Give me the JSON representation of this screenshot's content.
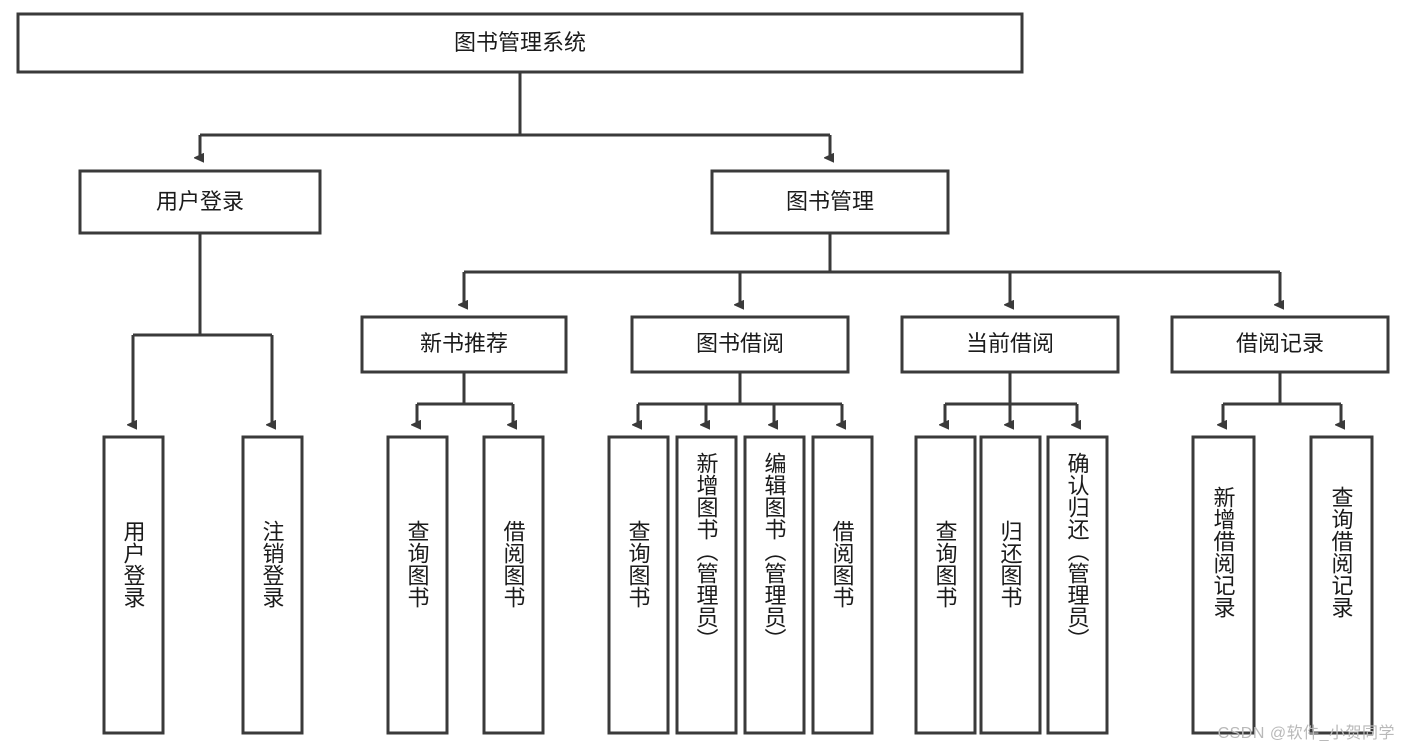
{
  "diagram": {
    "title": "图书管理系统",
    "type": "hierarchy-tree",
    "root": {
      "id": "root",
      "label": "图书管理系统"
    },
    "level1": [
      {
        "id": "login",
        "label": "用户登录"
      },
      {
        "id": "bookmgmt",
        "label": "图书管理"
      }
    ],
    "level2": [
      {
        "id": "newbook",
        "label": "新书推荐",
        "parent": "bookmgmt"
      },
      {
        "id": "borrow",
        "label": "图书借阅",
        "parent": "bookmgmt"
      },
      {
        "id": "current",
        "label": "当前借阅",
        "parent": "bookmgmt"
      },
      {
        "id": "record",
        "label": "借阅记录",
        "parent": "bookmgmt"
      }
    ],
    "leaves": [
      {
        "id": "leaf-login-1",
        "label": "用户登录",
        "parent": "login"
      },
      {
        "id": "leaf-login-2",
        "label": "注销登录",
        "parent": "login"
      },
      {
        "id": "leaf-newbook-1",
        "label": "查询图书",
        "parent": "newbook"
      },
      {
        "id": "leaf-newbook-2",
        "label": "借阅图书",
        "parent": "newbook"
      },
      {
        "id": "leaf-borrow-1",
        "label": "查询图书",
        "parent": "borrow"
      },
      {
        "id": "leaf-borrow-2",
        "label": "新增图书（管理员）",
        "parent": "borrow"
      },
      {
        "id": "leaf-borrow-3",
        "label": "编辑图书（管理员）",
        "parent": "borrow"
      },
      {
        "id": "leaf-borrow-4",
        "label": "借阅图书",
        "parent": "borrow"
      },
      {
        "id": "leaf-current-1",
        "label": "查询图书",
        "parent": "current"
      },
      {
        "id": "leaf-current-2",
        "label": "归还图书",
        "parent": "current"
      },
      {
        "id": "leaf-current-3",
        "label": "确认归还（管理员）",
        "parent": "current"
      },
      {
        "id": "leaf-record-1",
        "label": "新增借阅记录",
        "parent": "record"
      },
      {
        "id": "leaf-record-2",
        "label": "查询借阅记录",
        "parent": "record"
      }
    ],
    "colors": {
      "box_stroke": "#3a3a3a",
      "box_fill": "#ffffff",
      "text": "#1b1b1b",
      "watermark": "#b9b9b9"
    }
  },
  "watermark": {
    "text": "CSDN @软件_小贺同学"
  }
}
